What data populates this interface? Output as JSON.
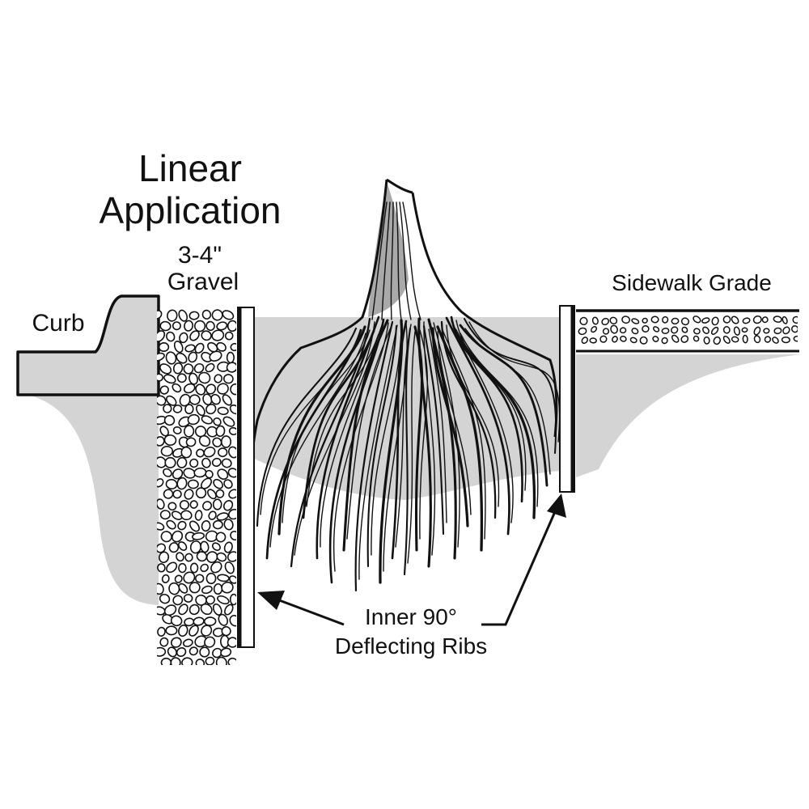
{
  "title": {
    "line1": "Linear",
    "line2": "Application"
  },
  "labels": {
    "gravel_line1": "3-4\"",
    "gravel_line2": "Gravel",
    "curb": "Curb",
    "sidewalk": "Sidewalk Grade",
    "ribs_line1": "Inner 90°",
    "ribs_line2": "Deflecting Ribs"
  },
  "colors": {
    "soil": "#d4d4d4",
    "ink": "#111111",
    "tree_shade": "#a9a9a9",
    "background": "#ffffff"
  }
}
